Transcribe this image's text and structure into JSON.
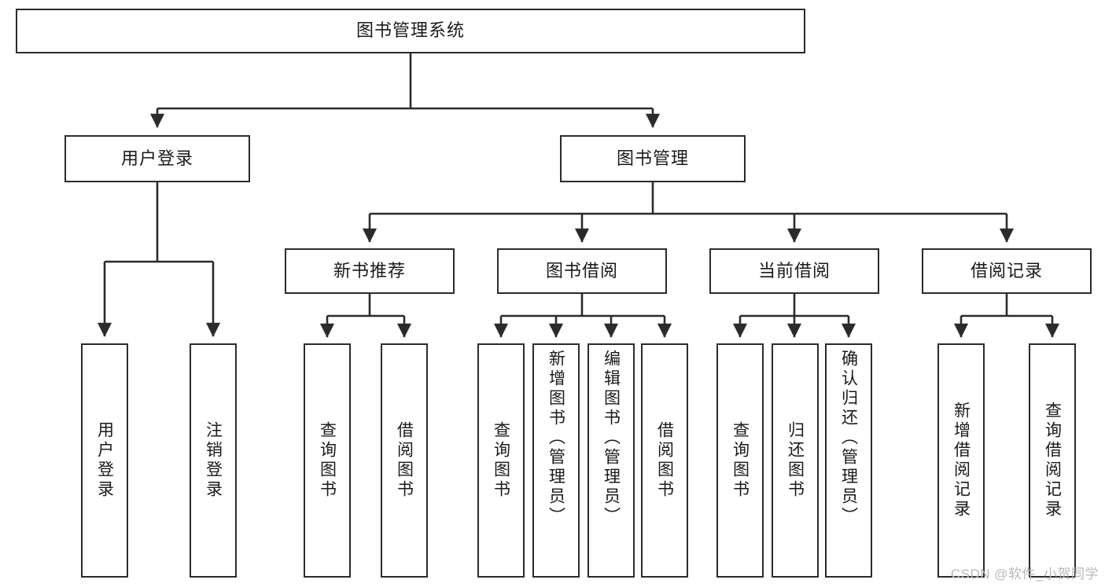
{
  "diagram": {
    "type": "tree",
    "title": "图书管理系统",
    "watermark": "CSDN @软件_小贺同学",
    "colors": {
      "stroke": "#2b2b2b",
      "fill": "#ffffff",
      "text": "#1a1a1a",
      "watermark": "#b9b9b9"
    },
    "root": {
      "label": "图书管理系统"
    },
    "level2": [
      {
        "label": "用户登录"
      },
      {
        "label": "图书管理"
      }
    ],
    "level3": [
      {
        "label": "新书推荐"
      },
      {
        "label": "图书借阅"
      },
      {
        "label": "当前借阅"
      },
      {
        "label": "借阅记录"
      }
    ],
    "leaves": {
      "user_login": [
        {
          "label": "用户登录"
        },
        {
          "label": "注销登录"
        }
      ],
      "new_book": [
        {
          "label": "查询图书"
        },
        {
          "label": "借阅图书"
        }
      ],
      "book_borrow": [
        {
          "label": "查询图书"
        },
        {
          "label": "新增图书（管理员）"
        },
        {
          "label": "编辑图书（管理员）"
        },
        {
          "label": "借阅图书"
        }
      ],
      "current_borrow": [
        {
          "label": "查询图书"
        },
        {
          "label": "归还图书"
        },
        {
          "label": "确认归还（管理员）"
        }
      ],
      "borrow_record": [
        {
          "label": "新增借阅记录"
        },
        {
          "label": "查询借阅记录"
        }
      ]
    }
  }
}
